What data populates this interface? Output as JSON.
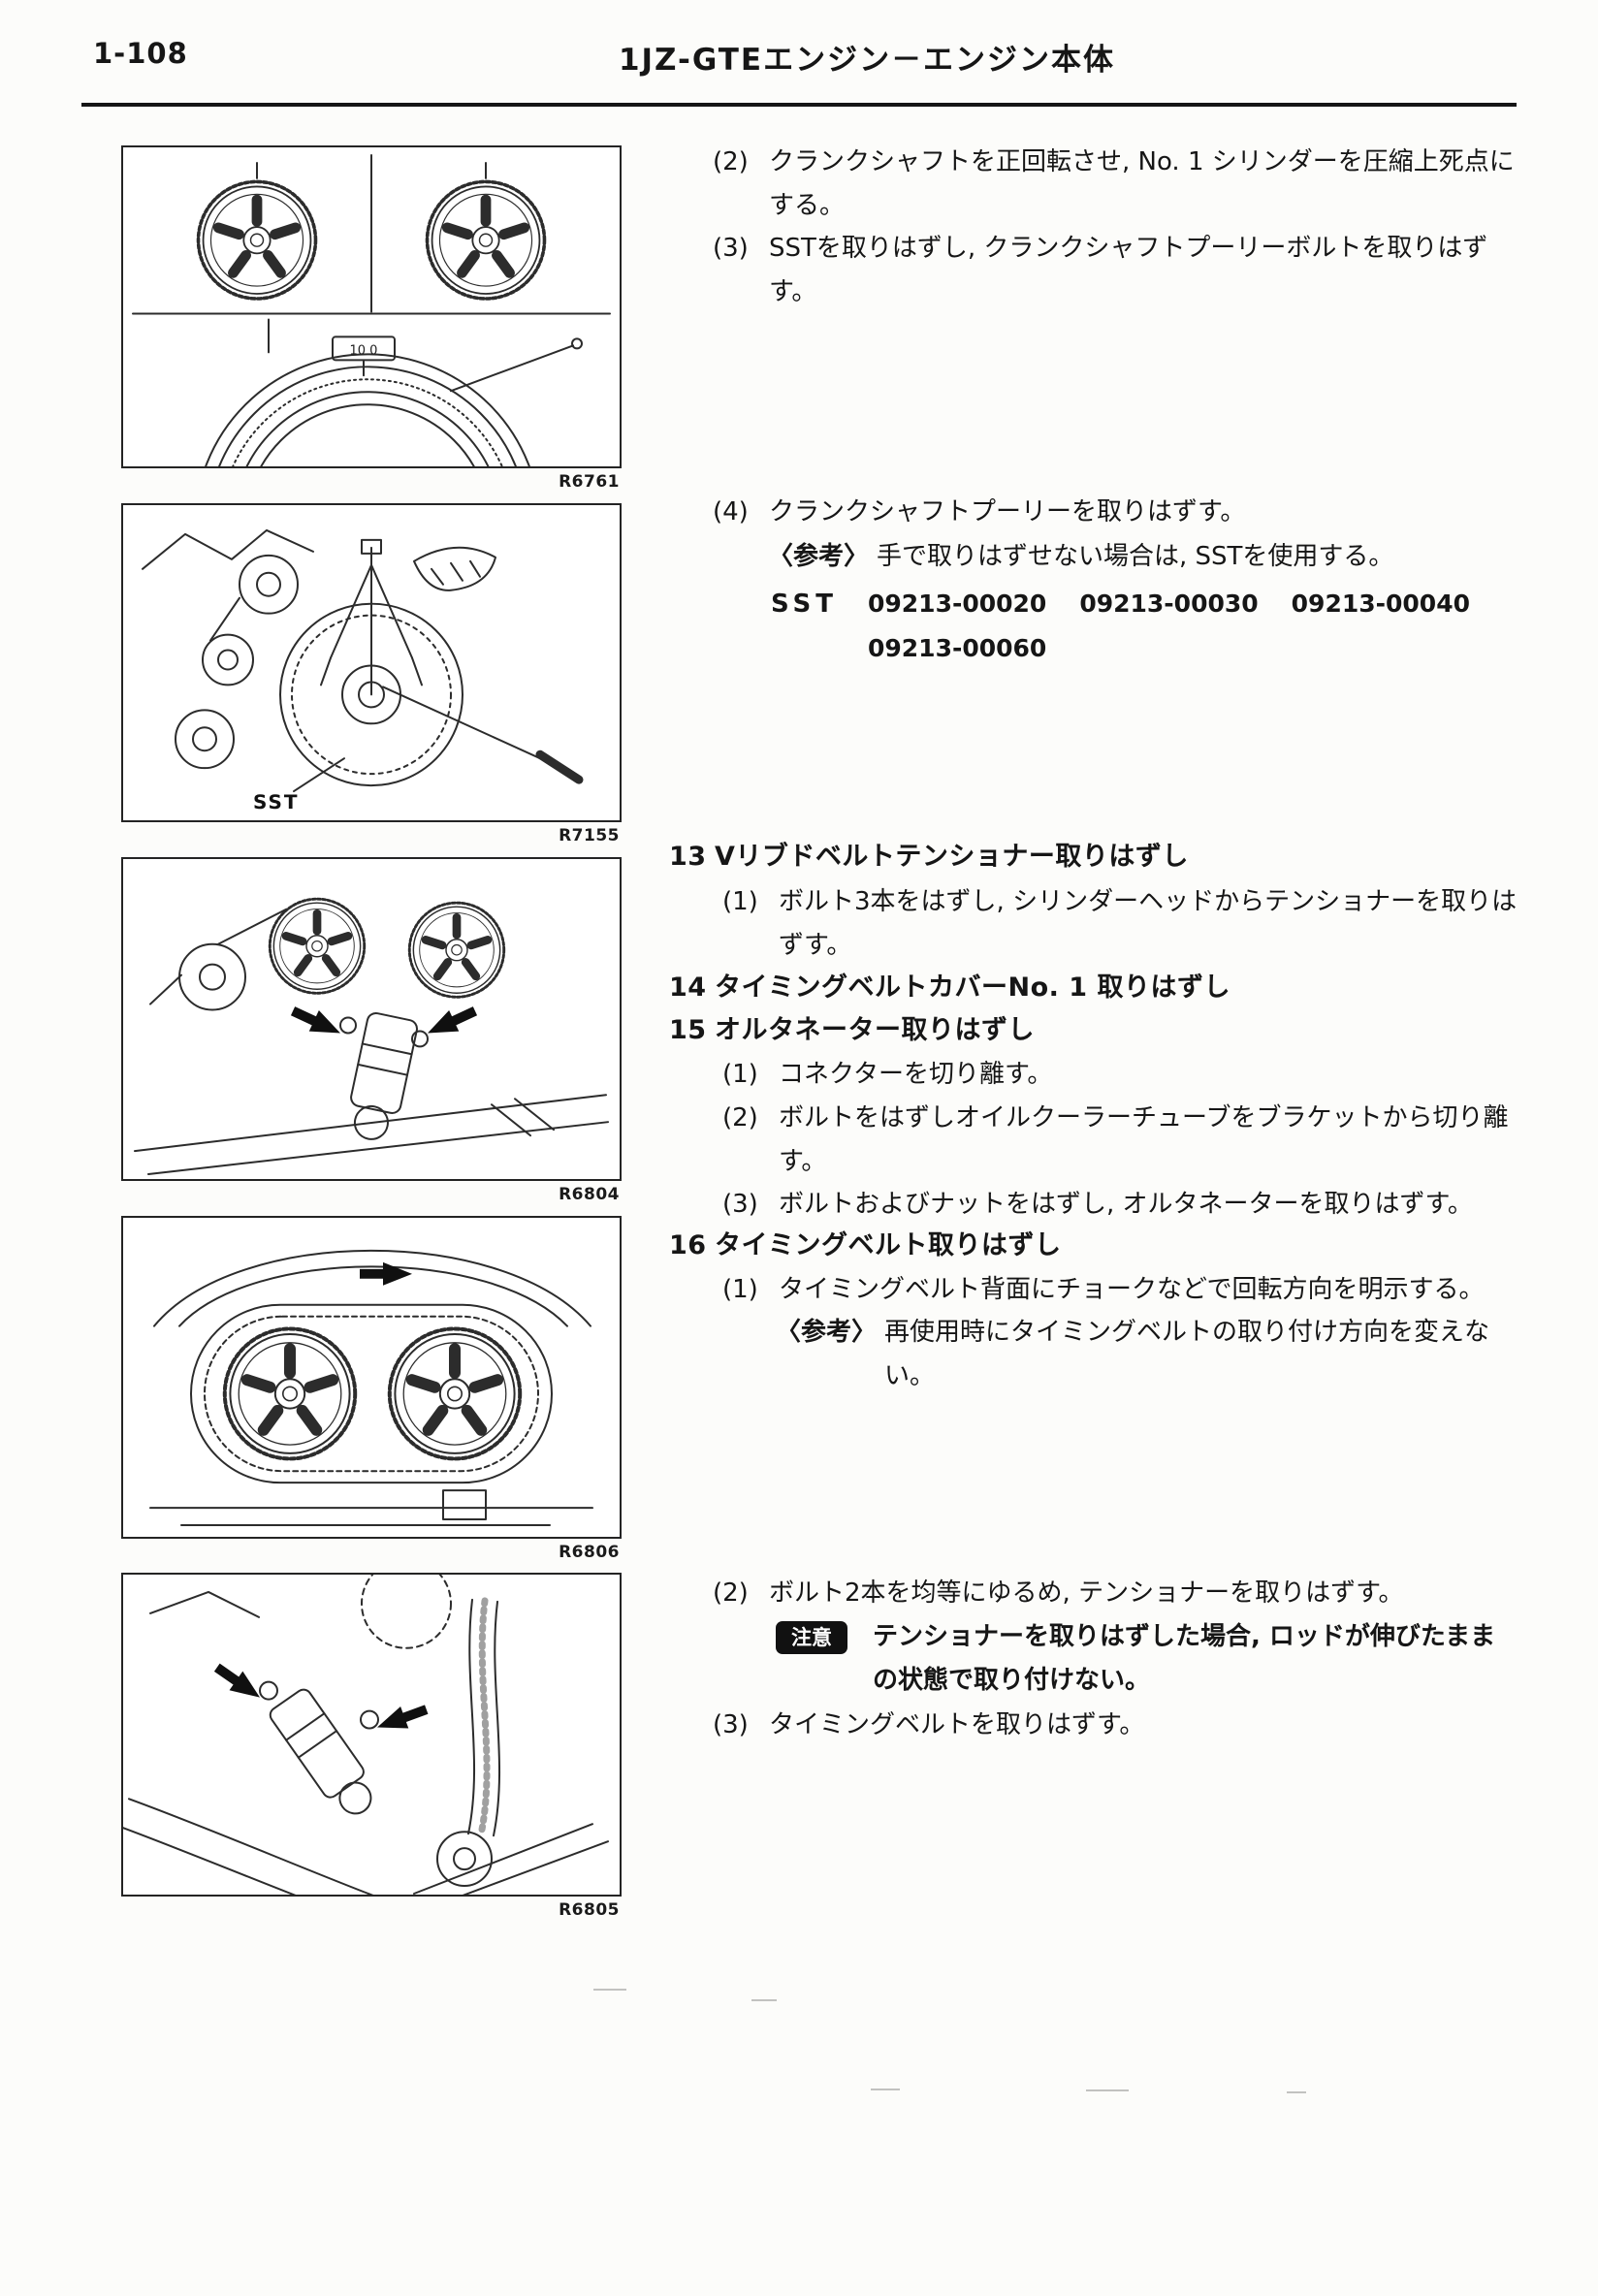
{
  "header": {
    "page_number": "1-108",
    "title": "1JZ-GTEエンジン－エンジン本体"
  },
  "figures": {
    "fig1": {
      "ref": "R6761",
      "scale_label": "10 0"
    },
    "fig2": {
      "ref": "R7155",
      "tool_label": "SST"
    },
    "fig3": {
      "ref": "R6804"
    },
    "fig4": {
      "ref": "R6806"
    },
    "fig5": {
      "ref": "R6805"
    }
  },
  "procedure": {
    "step2": {
      "num": "(2)",
      "text": "クランクシャフトを正回転させ, No. 1 シリンダーを圧縮上死点にする。"
    },
    "step3": {
      "num": "(3)",
      "text": "SSTを取りはずし, クランクシャフトプーリーボルトを取りはずす。"
    },
    "step4": {
      "num": "(4)",
      "text": "クランクシャフトプーリーを取りはずす。"
    },
    "step4_ref": {
      "label": "〈参考〉",
      "text": "手で取りはずせない場合は, SSTを使用する。"
    },
    "sst": {
      "label": "SST",
      "row1": [
        "09213-00020",
        "09213-00030",
        "09213-00040"
      ],
      "row2": "09213-00060"
    },
    "sec13": {
      "num": "13",
      "title": "Vリブドベルトテンショナー取りはずし",
      "step1": {
        "num": "(1)",
        "text": "ボルト3本をはずし, シリンダーヘッドからテンショナーを取りはずす。"
      }
    },
    "sec14": {
      "num": "14",
      "title": "タイミングベルトカバーNo. 1 取りはずし"
    },
    "sec15": {
      "num": "15",
      "title": "オルタネーター取りはずし",
      "step1": {
        "num": "(1)",
        "text": "コネクターを切り離す。"
      },
      "step2": {
        "num": "(2)",
        "text": "ボルトをはずしオイルクーラーチューブをブラケットから切り離す。"
      },
      "step3": {
        "num": "(3)",
        "text": "ボルトおよびナットをはずし, オルタネーターを取りはずす。"
      }
    },
    "sec16": {
      "num": "16",
      "title": "タイミングベルト取りはずし",
      "step1": {
        "num": "(1)",
        "text": "タイミングベルト背面にチョークなどで回転方向を明示する。"
      },
      "ref": {
        "label": "〈参考〉",
        "text": "再使用時にタイミングベルトの取り付け方向を変えない。"
      },
      "step2": {
        "num": "(2)",
        "text": "ボルト2本を均等にゆるめ, テンショナーを取りはずす。"
      },
      "note": {
        "label": "注意",
        "text": "テンショナーを取りはずした場合, ロッドが伸びたままの状態で取り付けない。"
      },
      "step3": {
        "num": "(3)",
        "text": "タイミングベルトを取りはずす。"
      }
    }
  }
}
